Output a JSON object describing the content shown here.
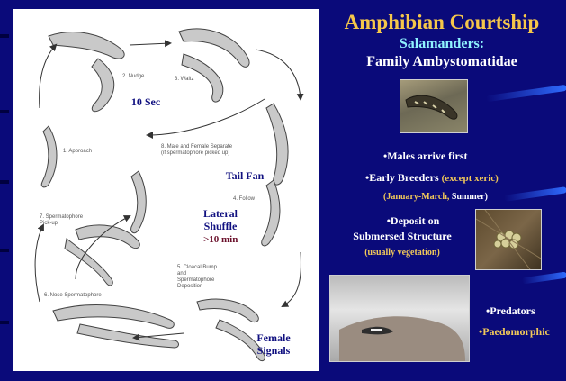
{
  "title": "Amphibian Courtship",
  "subtitle1": "Salamanders:",
  "subtitle2": "Family Ambystomatidae",
  "bullets": {
    "males_arrive": "•Males arrive first",
    "early_breeders": "•Early Breeders",
    "except_xeric": "(except xeric)",
    "months": "(January-March,",
    "summer": "Summer)",
    "deposit1": "•Deposit on",
    "deposit2": "Submersed Structure",
    "vegetation": "(usually vegetation)",
    "predators": "•Predators",
    "paedomorphic": "•Paedomorphic"
  },
  "diagram": {
    "steps": {
      "approach": "1. Approach",
      "nudge": "2. Nudge",
      "waltz": "3. Waltz",
      "follow": "4. Follow",
      "cloacal": "5. Cloacal Bump\nand\nSpermatophore\nDeposition",
      "nose": "6. Nose Spermatophore",
      "pickup": "7. Spermatophore\nPick-up",
      "separate": "8. Male and Female Separate\n(if spermatophore picked up)"
    },
    "annotations": {
      "ten_sec": "10 Sec",
      "tail_fan": "Tail Fan",
      "lateral": "Lateral\nShuffle",
      "ten_min": ">10 min",
      "female_signals": "Female\nSignals"
    }
  },
  "colors": {
    "background": "#0a0a7a",
    "title": "#f5c74a",
    "cyan": "#8ff3ff",
    "yellow": "#f1c85a",
    "annotation_blue": "#101080",
    "annotation_maroon": "#6a0f2a"
  },
  "photos": {
    "salamander_larva": "salamander-larva-photo",
    "egg_mass": "egg-mass-photo",
    "hand_larva": "hand-with-larva-photo"
  }
}
